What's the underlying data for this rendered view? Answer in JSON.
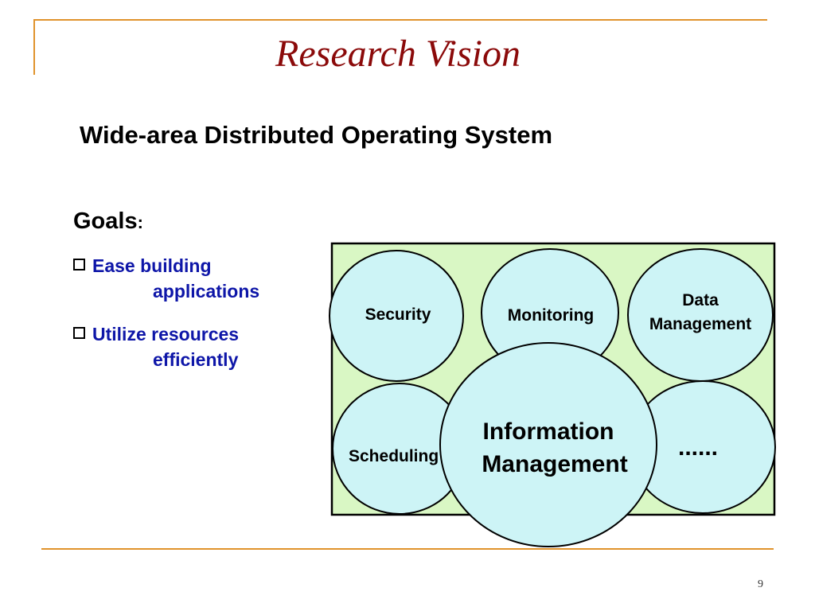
{
  "slide": {
    "title": "Research Vision",
    "subtitle": "Wide-area Distributed Operating System",
    "goals_heading": "Goals",
    "goals_colon": ":",
    "goals": [
      {
        "line1": "Ease building",
        "line2": "applications"
      },
      {
        "line1": "Utilize resources",
        "line2": "efficiently"
      }
    ],
    "page_number": "9"
  },
  "diagram": {
    "components": [
      {
        "id": "security",
        "lines": [
          "Security"
        ]
      },
      {
        "id": "monitoring",
        "lines": [
          "Monitoring"
        ]
      },
      {
        "id": "data-management",
        "lines": [
          "Data",
          "Management"
        ]
      },
      {
        "id": "scheduling",
        "lines": [
          "Scheduling"
        ]
      },
      {
        "id": "more",
        "lines": [
          "......"
        ]
      },
      {
        "id": "information-management",
        "lines": [
          "Information",
          "Management"
        ]
      }
    ]
  },
  "colors": {
    "title": "#8b0a0a",
    "accent_line": "#e0932c",
    "goal_text": "#0e16a8",
    "panel_fill": "#d9f7c4",
    "circle_fill": "#cdf4f6",
    "outline": "#000000"
  }
}
